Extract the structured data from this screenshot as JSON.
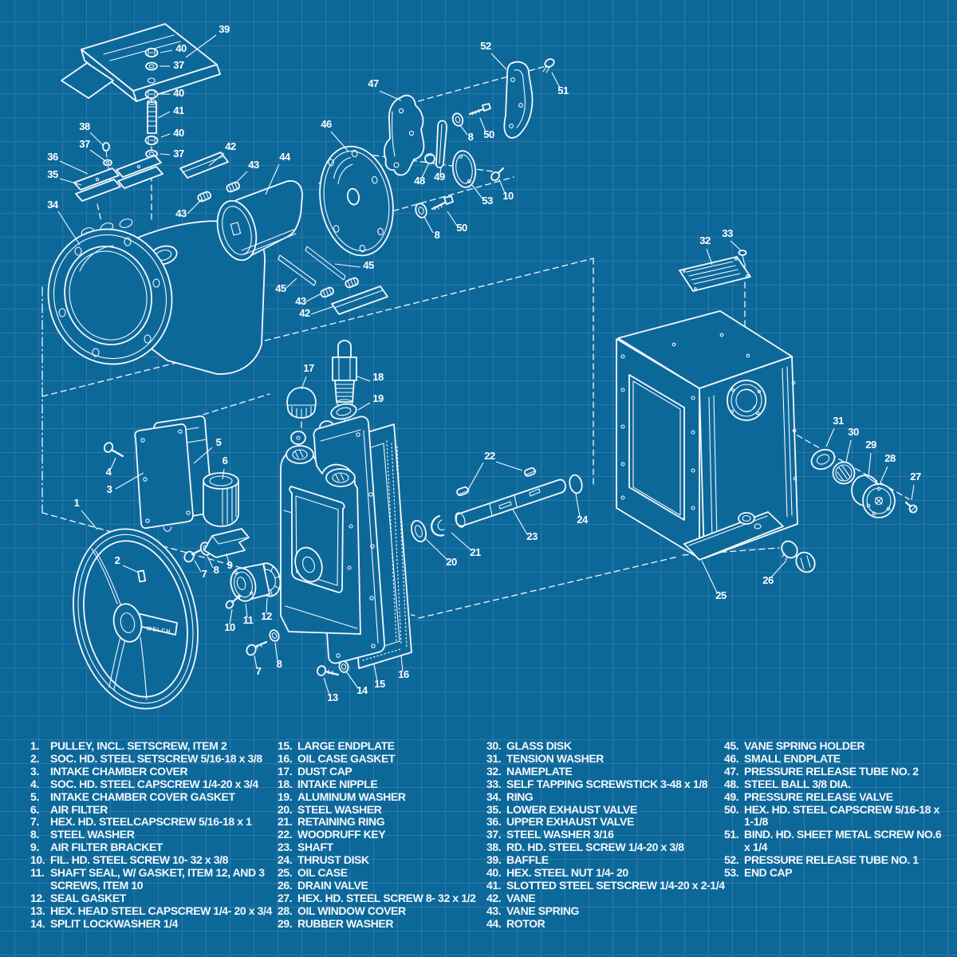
{
  "colors": {
    "background": "#0d689a",
    "grid": "#2d7aa8",
    "ink": "#f3f8fc"
  },
  "diagram": {
    "brand": "WELCH",
    "callouts": [
      {
        "n": "39",
        "t": [
          281,
          41
        ],
        "lines": [
          [
            271,
            44,
            233,
            72
          ]
        ]
      },
      {
        "n": "40",
        "t": [
          227,
          65
        ],
        "lines": [
          [
            216,
            63,
            201,
            66
          ]
        ]
      },
      {
        "n": "37",
        "t": [
          224,
          86
        ],
        "lines": [
          [
            213,
            83,
            200,
            83
          ]
        ]
      },
      {
        "n": "40",
        "t": [
          224,
          121
        ],
        "lines": [
          [
            213,
            118,
            201,
            118
          ]
        ]
      },
      {
        "n": "41",
        "t": [
          224,
          143
        ],
        "lines": [
          [
            213,
            140,
            198,
            148
          ]
        ]
      },
      {
        "n": "40",
        "t": [
          224,
          171
        ],
        "lines": [
          [
            213,
            168,
            202,
            172
          ]
        ]
      },
      {
        "n": "37",
        "t": [
          224,
          197
        ],
        "lines": [
          [
            213,
            194,
            201,
            193
          ]
        ]
      },
      {
        "n": "38",
        "t": [
          106,
          163
        ],
        "lines": [
          [
            113,
            166,
            129,
            182
          ]
        ]
      },
      {
        "n": "37",
        "t": [
          106,
          185
        ],
        "lines": [
          [
            113,
            188,
            131,
            201
          ]
        ]
      },
      {
        "n": "36",
        "t": [
          66,
          201
        ],
        "lines": [
          [
            75,
            202,
            110,
            218
          ]
        ]
      },
      {
        "n": "35",
        "t": [
          66,
          223
        ],
        "lines": [
          [
            75,
            224,
            102,
            232
          ]
        ]
      },
      {
        "n": "34",
        "t": [
          66,
          261
        ],
        "lines": [
          [
            73,
            265,
            100,
            307
          ]
        ]
      },
      {
        "n": "42",
        "t": [
          289,
          188
        ],
        "lines": [
          [
            281,
            192,
            262,
            208
          ]
        ]
      },
      {
        "n": "43",
        "t": [
          318,
          211
        ],
        "lines": [
          [
            310,
            215,
            295,
            230
          ]
        ]
      },
      {
        "n": "43",
        "t": [
          227,
          272
        ],
        "lines": [
          [
            235,
            268,
            253,
            250
          ]
        ]
      },
      {
        "n": "44",
        "t": [
          357,
          201
        ],
        "lines": [
          [
            350,
            206,
            333,
            244
          ]
        ]
      },
      {
        "n": "46",
        "t": [
          409,
          160
        ],
        "lines": [
          [
            415,
            165,
            437,
            190
          ]
        ]
      },
      {
        "n": "47",
        "t": [
          468,
          109
        ],
        "lines": [
          [
            476,
            114,
            503,
            126
          ]
        ]
      },
      {
        "n": "52",
        "t": [
          609,
          62
        ],
        "lines": [
          [
            616,
            67,
            635,
            87
          ]
        ]
      },
      {
        "n": "51",
        "t": [
          706,
          118
        ],
        "lines": [
          [
            702,
            110,
            692,
            91
          ]
        ]
      },
      {
        "n": "8",
        "t": [
          590,
          176
        ],
        "lines": [
          [
            586,
            169,
            577,
            157
          ]
        ]
      },
      {
        "n": "50",
        "t": [
          613,
          173
        ],
        "lines": [
          [
            609,
            165,
            602,
            148
          ]
        ]
      },
      {
        "n": "48",
        "t": [
          526,
          231
        ],
        "lines": [
          [
            529,
            223,
            537,
            206
          ]
        ]
      },
      {
        "n": "49",
        "t": [
          551,
          226
        ],
        "lines": [
          [
            552,
            218,
            553,
            210
          ]
        ]
      },
      {
        "n": "53",
        "t": [
          611,
          256
        ],
        "lines": [
          [
            605,
            249,
            592,
            232
          ]
        ]
      },
      {
        "n": "10",
        "t": [
          637,
          250
        ],
        "lines": [
          [
            633,
            242,
            626,
            225
          ]
        ]
      },
      {
        "n": "8",
        "t": [
          548,
          299
        ],
        "lines": [
          [
            543,
            292,
            532,
            272
          ]
        ]
      },
      {
        "n": "50",
        "t": [
          579,
          290
        ],
        "lines": [
          [
            573,
            283,
            561,
            265
          ]
        ]
      },
      {
        "n": "45",
        "t": [
          462,
          337
        ],
        "lines": [
          [
            452,
            335,
            420,
            331
          ]
        ]
      },
      {
        "n": "45",
        "t": [
          352,
          366
        ],
        "lines": [
          [
            359,
            361,
            372,
            349
          ]
        ]
      },
      {
        "n": "43",
        "t": [
          377,
          382
        ],
        "lines": [
          [
            384,
            378,
            403,
            368
          ]
        ]
      },
      {
        "n": "42",
        "t": [
          382,
          397
        ],
        "lines": [
          [
            390,
            394,
            419,
            384
          ]
        ]
      },
      {
        "n": "32",
        "t": [
          884,
          306
        ],
        "lines": [
          [
            886,
            312,
            893,
            332
          ]
        ]
      },
      {
        "n": "33",
        "t": [
          912,
          297
        ],
        "lines": [
          [
            916,
            302,
            929,
            314
          ]
        ]
      },
      {
        "n": "31",
        "t": [
          1051,
          532
        ],
        "lines": [
          [
            1046,
            537,
            1036,
            560
          ]
        ]
      },
      {
        "n": "30",
        "t": [
          1070,
          546
        ],
        "lines": [
          [
            1067,
            552,
            1061,
            579
          ]
        ]
      },
      {
        "n": "29",
        "t": [
          1092,
          562
        ],
        "lines": [
          [
            1092,
            568,
            1089,
            597
          ]
        ]
      },
      {
        "n": "28",
        "t": [
          1116,
          579
        ],
        "lines": [
          [
            1113,
            585,
            1104,
            605
          ]
        ]
      },
      {
        "n": "27",
        "t": [
          1148,
          602
        ],
        "lines": [
          [
            1146,
            608,
            1143,
            627
          ]
        ]
      },
      {
        "n": "25",
        "t": [
          904,
          751
        ],
        "lines": [
          [
            899,
            743,
            880,
            703
          ]
        ]
      },
      {
        "n": "26",
        "t": [
          963,
          732
        ],
        "lines": [
          [
            967,
            724,
            986,
            703
          ]
        ]
      },
      {
        "n": "1",
        "t": [
          96,
          635
        ],
        "lines": [
          [
            102,
            640,
            122,
            664
          ]
        ]
      },
      {
        "n": "2",
        "t": [
          147,
          707
        ],
        "lines": [
          [
            154,
            709,
            172,
            717
          ]
        ]
      },
      {
        "n": "3",
        "t": [
          137,
          618
        ],
        "lines": [
          [
            145,
            613,
            180,
            593
          ]
        ]
      },
      {
        "n": "4",
        "t": [
          136,
          596
        ],
        "lines": [
          [
            139,
            588,
            145,
            574
          ]
        ]
      },
      {
        "n": "5",
        "t": [
          274,
          559
        ],
        "lines": [
          [
            266,
            561,
            243,
            581
          ]
        ]
      },
      {
        "n": "6",
        "t": [
          282,
          582
        ],
        "lines": [
          [
            281,
            588,
            279,
            601
          ]
        ]
      },
      {
        "n": "7",
        "t": [
          256,
          724
        ],
        "lines": [
          [
            252,
            717,
            244,
            703
          ]
        ]
      },
      {
        "n": "8",
        "t": [
          271,
          719
        ],
        "lines": [
          [
            267,
            712,
            260,
            697
          ]
        ]
      },
      {
        "n": "9",
        "t": [
          288,
          713
        ],
        "lines": [
          [
            287,
            706,
            284,
            694
          ]
        ]
      },
      {
        "n": "10",
        "t": [
          288,
          791
        ],
        "lines": [
          [
            288,
            783,
            291,
            764
          ]
        ]
      },
      {
        "n": "11",
        "t": [
          311,
          782
        ],
        "lines": [
          [
            310,
            774,
            308,
            757
          ]
        ]
      },
      {
        "n": "12",
        "t": [
          334,
          777
        ],
        "lines": [
          [
            334,
            769,
            335,
            750
          ]
        ]
      },
      {
        "n": "7",
        "t": [
          324,
          846
        ],
        "lines": [
          [
            322,
            838,
            319,
            822
          ]
        ]
      },
      {
        "n": "8",
        "t": [
          350,
          837
        ],
        "lines": [
          [
            348,
            829,
            345,
            806
          ]
        ]
      },
      {
        "n": "17",
        "t": [
          387,
          466
        ],
        "lines": [
          [
            384,
            472,
            378,
            488
          ]
        ]
      },
      {
        "n": "18",
        "t": [
          474,
          477
        ],
        "lines": [
          [
            464,
            478,
            448,
            472
          ]
        ]
      },
      {
        "n": "19",
        "t": [
          474,
          504
        ],
        "lines": [
          [
            464,
            505,
            449,
            514
          ]
        ]
      },
      {
        "n": "13",
        "t": [
          417,
          879
        ],
        "lines": [
          [
            413,
            871,
            406,
            850
          ]
        ]
      },
      {
        "n": "14",
        "t": [
          454,
          870
        ],
        "lines": [
          [
            449,
            863,
            434,
            842
          ]
        ]
      },
      {
        "n": "15",
        "t": [
          476,
          862
        ],
        "lines": [
          [
            473,
            854,
            469,
            833
          ]
        ]
      },
      {
        "n": "16",
        "t": [
          506,
          850
        ],
        "lines": [
          [
            505,
            842,
            503,
            822
          ]
        ]
      },
      {
        "n": "20",
        "t": [
          566,
          709
        ],
        "lines": [
          [
            561,
            702,
            533,
            675
          ]
        ]
      },
      {
        "n": "21",
        "t": [
          596,
          697
        ],
        "lines": [
          [
            591,
            690,
            566,
            668
          ]
        ]
      },
      {
        "n": "22",
        "t": [
          614,
          576
        ],
        "lines": [
          [
            606,
            580,
            586,
            616
          ],
          [
            622,
            579,
            655,
            590
          ]
        ]
      },
      {
        "n": "23",
        "t": [
          667,
          677
        ],
        "lines": [
          [
            661,
            670,
            643,
            639
          ]
        ]
      },
      {
        "n": "24",
        "t": [
          730,
          656
        ],
        "lines": [
          [
            727,
            648,
            722,
            619
          ]
        ]
      }
    ]
  },
  "parts_list": {
    "columns": [
      {
        "items": [
          {
            "num": "1.",
            "text": "PULLEY, INCL. SETSCREW, ITEM 2"
          },
          {
            "num": "2.",
            "text": "SOC. HD. STEEL SETSCREW 5/16-18 x 3/8"
          },
          {
            "num": "3.",
            "text": "INTAKE CHAMBER COVER"
          },
          {
            "num": "4.",
            "text": "SOC. HD. STEEL CAPSCREW 1/4-20 x 3/4"
          },
          {
            "num": "5.",
            "text": "INTAKE CHAMBER COVER GASKET"
          },
          {
            "num": "6.",
            "text": "AIR FILTER"
          },
          {
            "num": "7.",
            "text": "HEX. HD. STEELCAPSCREW 5/16-18 x 1"
          },
          {
            "num": "8.",
            "text": "STEEL WASHER"
          },
          {
            "num": "9.",
            "text": "AIR FILTER BRACKET"
          },
          {
            "num": "10.",
            "text": "FIL. HD. STEEL SCREW 10- 32 x 3/8"
          },
          {
            "num": "11.",
            "text": "SHAFT SEAL, W/ GASKET, ITEM 12, AND 3 SCREWS, ITEM 10"
          },
          {
            "num": "12.",
            "text": "SEAL GASKET"
          },
          {
            "num": "13.",
            "text": "HEX. HEAD STEEL CAPSCREW 1/4- 20 x 3/4"
          },
          {
            "num": "14.",
            "text": "SPLIT LOCKWASHER 1/4"
          }
        ]
      },
      {
        "items": [
          {
            "num": "15.",
            "text": "LARGE ENDPLATE"
          },
          {
            "num": "16.",
            "text": "OIL CASE GASKET"
          },
          {
            "num": "17.",
            "text": "DUST CAP"
          },
          {
            "num": "18.",
            "text": "INTAKE NIPPLE"
          },
          {
            "num": "19.",
            "text": "ALUMINUM WASHER"
          },
          {
            "num": "20.",
            "text": "STEEL WASHER"
          },
          {
            "num": "21.",
            "text": "RETAINING RING"
          },
          {
            "num": "22.",
            "text": "WOODRUFF KEY"
          },
          {
            "num": "23.",
            "text": "SHAFT"
          },
          {
            "num": "24.",
            "text": "THRUST DISK"
          },
          {
            "num": "25.",
            "text": "OIL CASE"
          },
          {
            "num": "26.",
            "text": "DRAIN VALVE"
          },
          {
            "num": "27.",
            "text": "HEX. HD. STEEL SCREW 8- 32 x 1/2"
          },
          {
            "num": "28.",
            "text": "OIL WINDOW COVER"
          },
          {
            "num": "29.",
            "text": "RUBBER WASHER"
          }
        ]
      },
      {
        "items": [
          {
            "num": "30.",
            "text": "GLASS DISK"
          },
          {
            "num": "31.",
            "text": "TENSION WASHER"
          },
          {
            "num": "32.",
            "text": "NAMEPLATE"
          },
          {
            "num": "33.",
            "text": "SELF TAPPING SCREWSTICK 3-48  x 1/8"
          },
          {
            "num": "34.",
            "text": "RING"
          },
          {
            "num": "35.",
            "text": "LOWER EXHAUST VALVE"
          },
          {
            "num": "36.",
            "text": "UPPER EXHAUST VALVE"
          },
          {
            "num": "37.",
            "text": "STEEL WASHER 3/16"
          },
          {
            "num": "38.",
            "text": "RD. HD. STEEL SCREW 1/4-20 x 3/8"
          },
          {
            "num": "39.",
            "text": "BAFFLE"
          },
          {
            "num": "40.",
            "text": "HEX. STEEL NUT 1/4- 20"
          },
          {
            "num": "41.",
            "text": "SLOTTED STEEL SETSCREW 1/4-20 x 2-1/4"
          },
          {
            "num": "42.",
            "text": "VANE"
          },
          {
            "num": "43.",
            "text": "VANE SPRING"
          },
          {
            "num": "44.",
            "text": "ROTOR"
          }
        ]
      },
      {
        "items": [
          {
            "num": "45.",
            "text": "VANE SPRING HOLDER"
          },
          {
            "num": "46.",
            "text": "SMALL ENDPLATE"
          },
          {
            "num": "47.",
            "text": "PRESSURE RELEASE TUBE NO. 2"
          },
          {
            "num": "48.",
            "text": "STEEL BALL 3/8 DIA."
          },
          {
            "num": "49.",
            "text": "PRESSURE RELEASE VALVE"
          },
          {
            "num": "50.",
            "text": "HEX. HD. STEEL CAPSCREW 5/16-18 x 1-1/8"
          },
          {
            "num": "51.",
            "text": "BIND. HD. SHEET METAL SCREW NO.6 x 1/4"
          },
          {
            "num": "52.",
            "text": "PRESSURE RELEASE TUBE NO. 1"
          },
          {
            "num": "53.",
            "text": "END CAP"
          }
        ]
      }
    ]
  }
}
